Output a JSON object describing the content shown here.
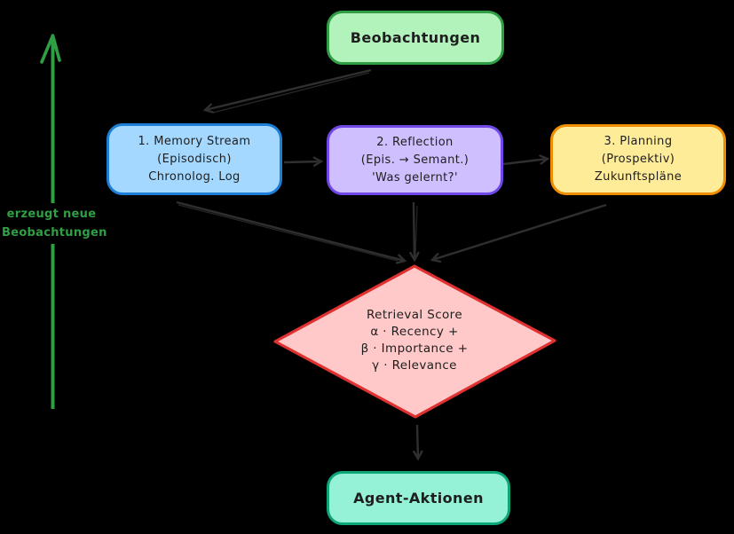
{
  "canvas": {
    "background": "#000000",
    "text_color": "#1e1e1e",
    "connector_color": "#2f2f2f"
  },
  "nodes": {
    "observations": {
      "label": "Beobachtungen",
      "fill": "#b2f2bb",
      "stroke": "#2f9e44"
    },
    "memory_stream": {
      "lines": [
        "1. Memory Stream",
        "(Episodisch)",
        "Chronolog. Log"
      ],
      "fill": "#a5d8ff",
      "stroke": "#1c7ed6"
    },
    "reflection": {
      "lines": [
        "2. Reflection",
        "(Epis. → Semant.)",
        "'Was gelernt?'"
      ],
      "fill": "#d0bfff",
      "stroke": "#7048e8"
    },
    "planning": {
      "lines": [
        "3. Planning",
        "(Prospektiv)",
        "Zukunftspläne"
      ],
      "fill": "#ffec99",
      "stroke": "#f08c00"
    },
    "retrieval_score": {
      "lines": [
        "Retrieval Score",
        "α · Recency +",
        "β · Importance +",
        "γ · Relevance"
      ],
      "fill": "#ffc9c9",
      "stroke": "#e03131"
    },
    "agent_actions": {
      "label": "Agent-Aktionen",
      "fill": "#96f2d7",
      "stroke": "#0ca678"
    }
  },
  "feedback_arrow": {
    "color": "#2f9e44",
    "label_lines": [
      "erzeugt neue",
      "Beobachtungen"
    ]
  },
  "connectors": [
    "observations to memory_stream",
    "memory_stream to reflection",
    "reflection to planning",
    "memory_stream to retrieval_score",
    "reflection to retrieval_score",
    "planning to retrieval_score",
    "retrieval_score to agent_actions"
  ]
}
